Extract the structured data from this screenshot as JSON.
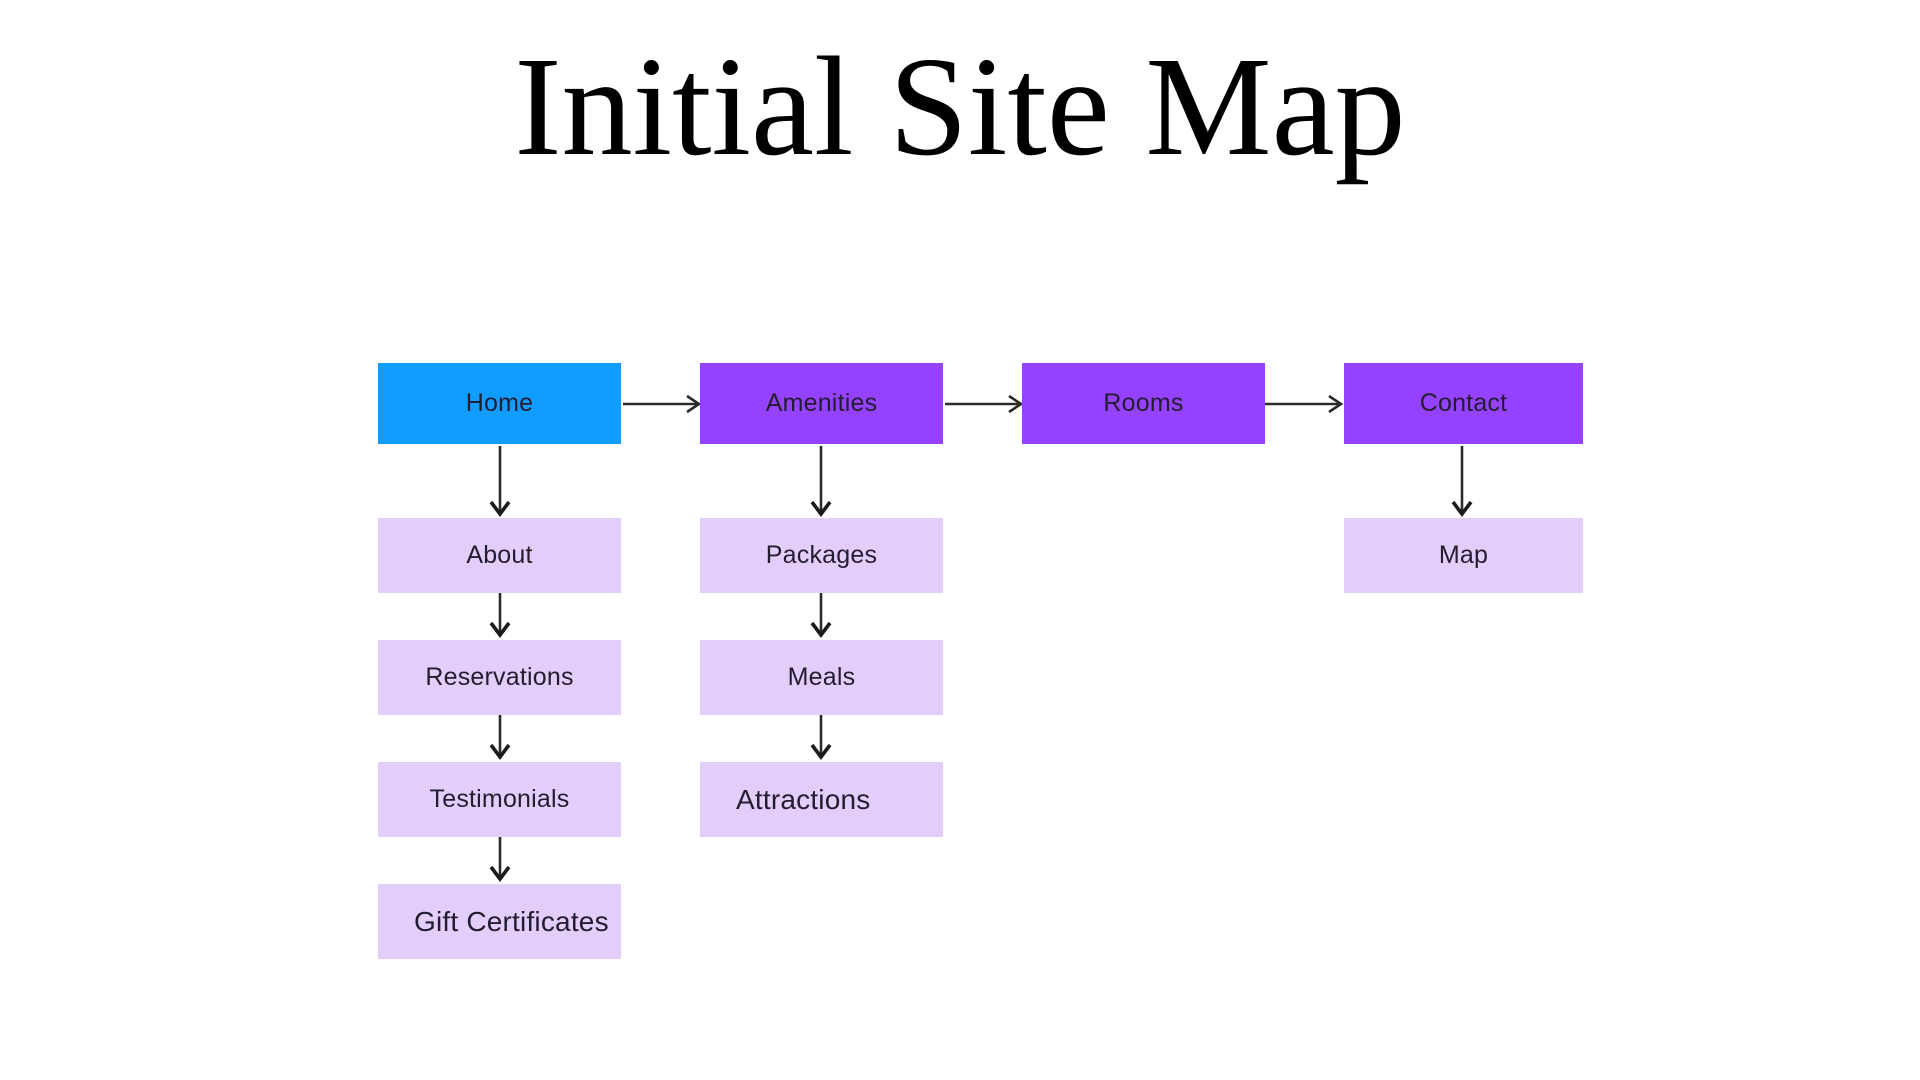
{
  "page": {
    "title": "Initial Site Map",
    "background_color": "#ffffff"
  },
  "colors": {
    "home": "#119cff",
    "top_level": "#9442fd",
    "sub_level": "#e2cdfb",
    "text": "#241c2f",
    "connector": "#2b2b2b"
  },
  "diagram": {
    "type": "sitemap",
    "top_row": [
      {
        "id": "home",
        "label": "Home",
        "color": "#119cff"
      },
      {
        "id": "amenities",
        "label": "Amenities",
        "color": "#9442fd"
      },
      {
        "id": "rooms",
        "label": "Rooms",
        "color": "#9442fd"
      },
      {
        "id": "contact",
        "label": "Contact",
        "color": "#9442fd"
      }
    ],
    "columns": [
      {
        "parent": "home",
        "children": [
          {
            "id": "about",
            "label": "About"
          },
          {
            "id": "reservations",
            "label": "Reservations"
          },
          {
            "id": "testimonials",
            "label": "Testimonials"
          },
          {
            "id": "gift-certificates",
            "label": "Gift Certificates"
          }
        ]
      },
      {
        "parent": "amenities",
        "children": [
          {
            "id": "packages",
            "label": "Packages"
          },
          {
            "id": "meals",
            "label": "Meals"
          },
          {
            "id": "attractions",
            "label": "Attractions"
          }
        ]
      },
      {
        "parent": "rooms",
        "children": []
      },
      {
        "parent": "contact",
        "children": [
          {
            "id": "map",
            "label": "Map"
          }
        ]
      }
    ],
    "horizontal_flow": [
      "Home",
      "Amenities",
      "Rooms",
      "Contact"
    ]
  }
}
